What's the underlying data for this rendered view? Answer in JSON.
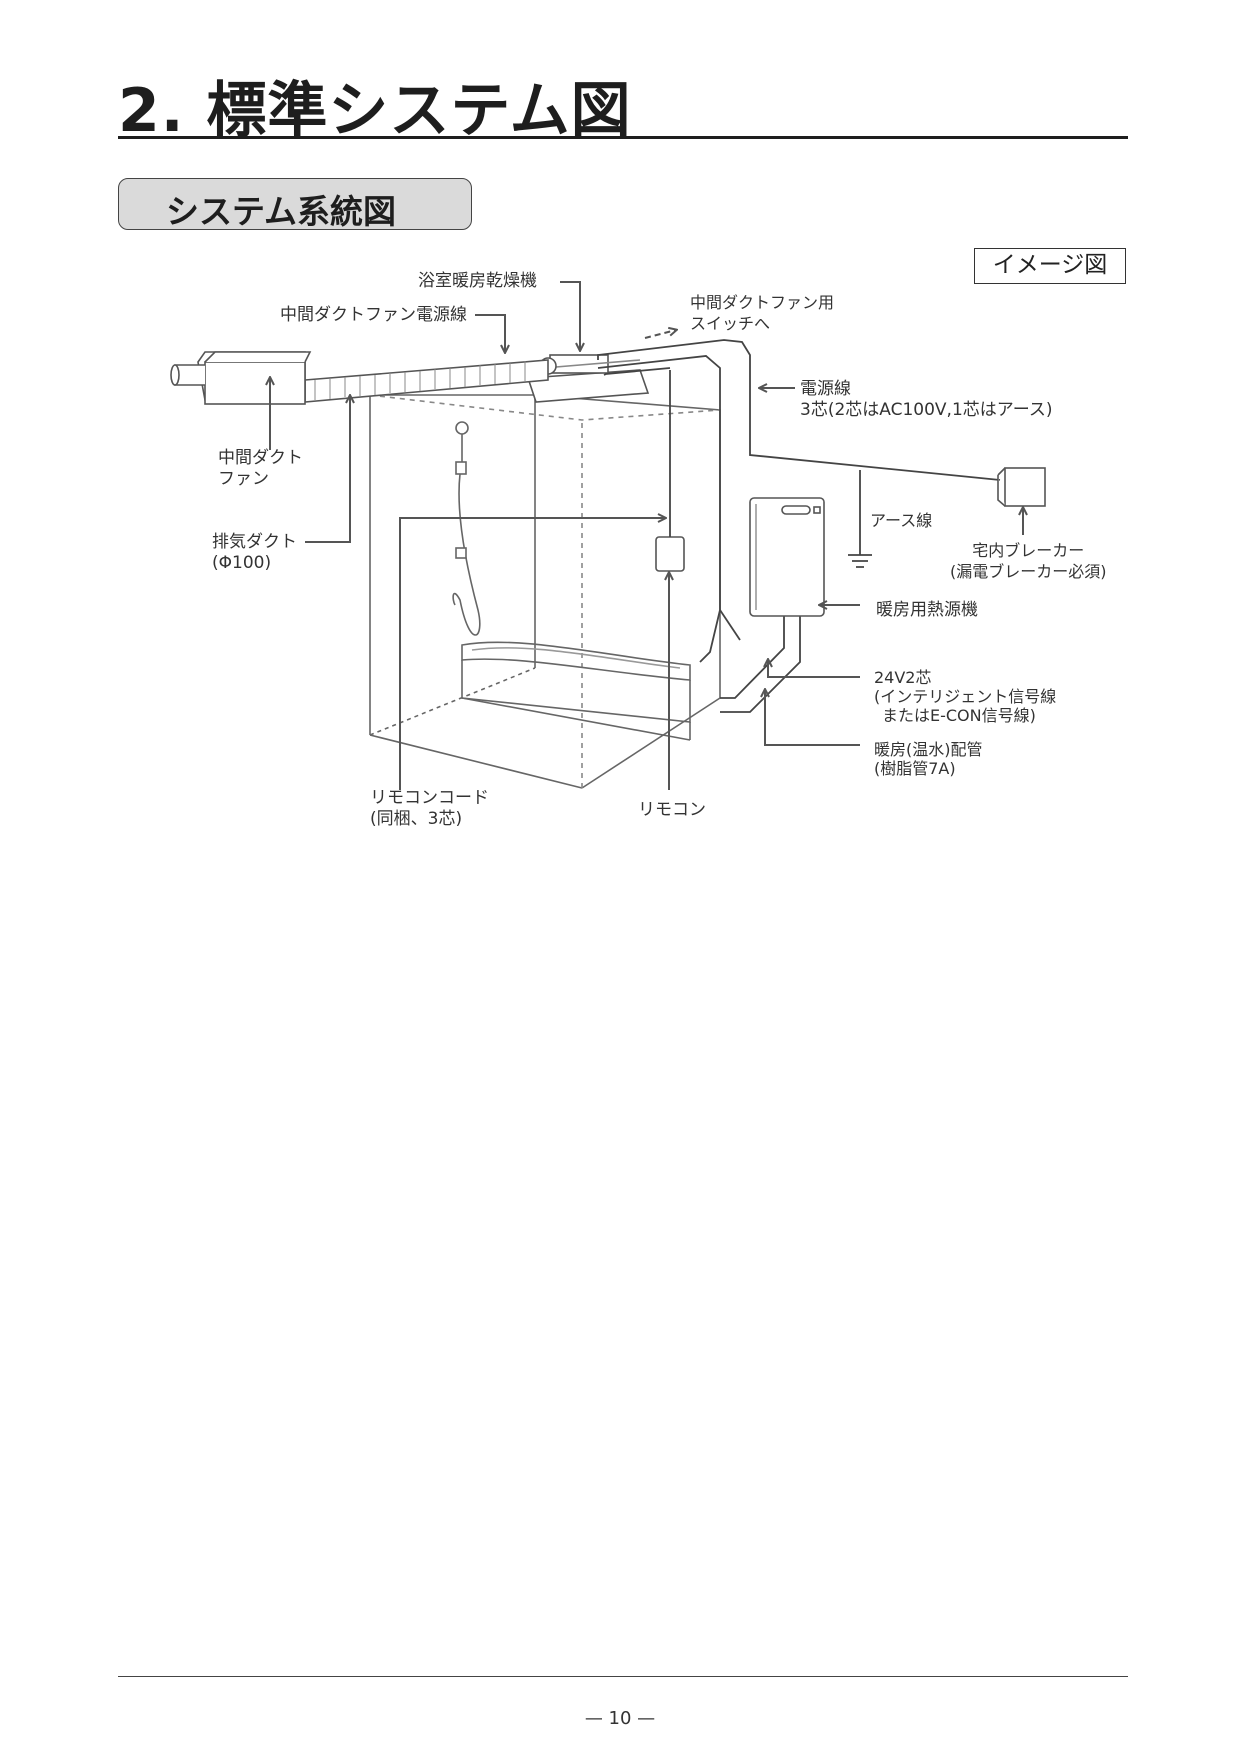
{
  "page": {
    "title": "2.  標準システム図",
    "section_label": "システム系統図",
    "image_badge": "イメージ図",
    "page_number": "— 10 —"
  },
  "diagram_labels": {
    "bath_dryer": "浴室暖房乾燥機",
    "duct_fan_power": "中間ダクトファン電源線",
    "duct_fan_switch_1": "中間ダクトファン用",
    "duct_fan_switch_2": "スイッチへ",
    "power_line_1": "電源線",
    "power_line_2": "3芯(2芯はAC100V,1芯はアース)",
    "duct_fan_1": "中間ダクト",
    "duct_fan_2": "ファン",
    "exhaust_duct_1": "排気ダクト",
    "exhaust_duct_2": "(Φ100)",
    "earth_line": "アース線",
    "breaker_1": "宅内ブレーカー",
    "breaker_2": "(漏電ブレーカー必須)",
    "heat_source": "暖房用熱源機",
    "signal_1": "24V2芯",
    "signal_2": "(インテリジェント信号線",
    "signal_3": "またはE-CON信号線)",
    "pipe_1": "暖房(温水)配管",
    "pipe_2": "(樹脂管7A)",
    "remote_cord_1": "リモコンコード",
    "remote_cord_2": "(同梱、3芯)",
    "remote": "リモコン"
  }
}
